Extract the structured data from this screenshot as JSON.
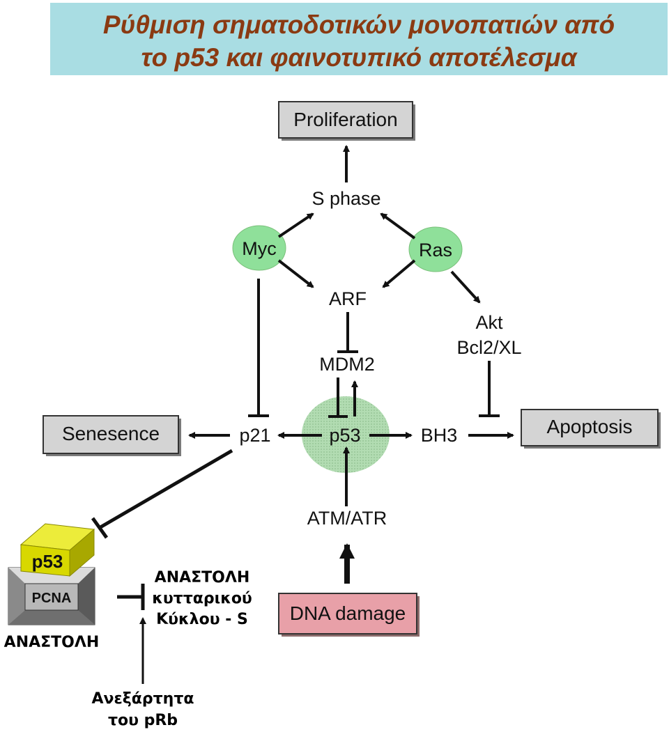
{
  "title": {
    "line1": "Ρύθμιση σηματοδοτικών μονοπατιών από",
    "line2": "το p53 και φαινοτυπικό αποτέλεσμα"
  },
  "nodes": {
    "proliferation": "Proliferation",
    "s_phase": "S phase",
    "myc": "Myc",
    "ras": "Ras",
    "arf": "ARF",
    "akt": "Akt",
    "bcl2": "Bcl2/XL",
    "mdm2": "MDM2",
    "senesence": "Senesence",
    "p21": "p21",
    "p53": "p53",
    "bh3": "BH3",
    "apoptosis": "Apoptosis",
    "atm_atr": "ATM/ATR",
    "dna_damage": "DNA damage"
  },
  "inset": {
    "p53_label": "p53",
    "pcna_label": "PCNA",
    "inhibition_left": "ΑΝΑΣΤΟΛΗ",
    "inhibition_right_1": "ΑΝΑΣΤΟΛΗ",
    "inhibition_right_2": "κυτταρικού",
    "inhibition_right_3": "Κύκλου - S",
    "independent_1": "Ανεξάρτητα",
    "independent_2": "του pRb"
  },
  "colors": {
    "title_bg": "#a9dde3",
    "title_text": "#8a3a12",
    "gene_node": "#8fe09a",
    "p53_halo": "#a8d8a8",
    "outcome_box": "#d4d4d4",
    "dna_damage_box": "#e8a0a8",
    "p53_block": "#d8d800"
  }
}
